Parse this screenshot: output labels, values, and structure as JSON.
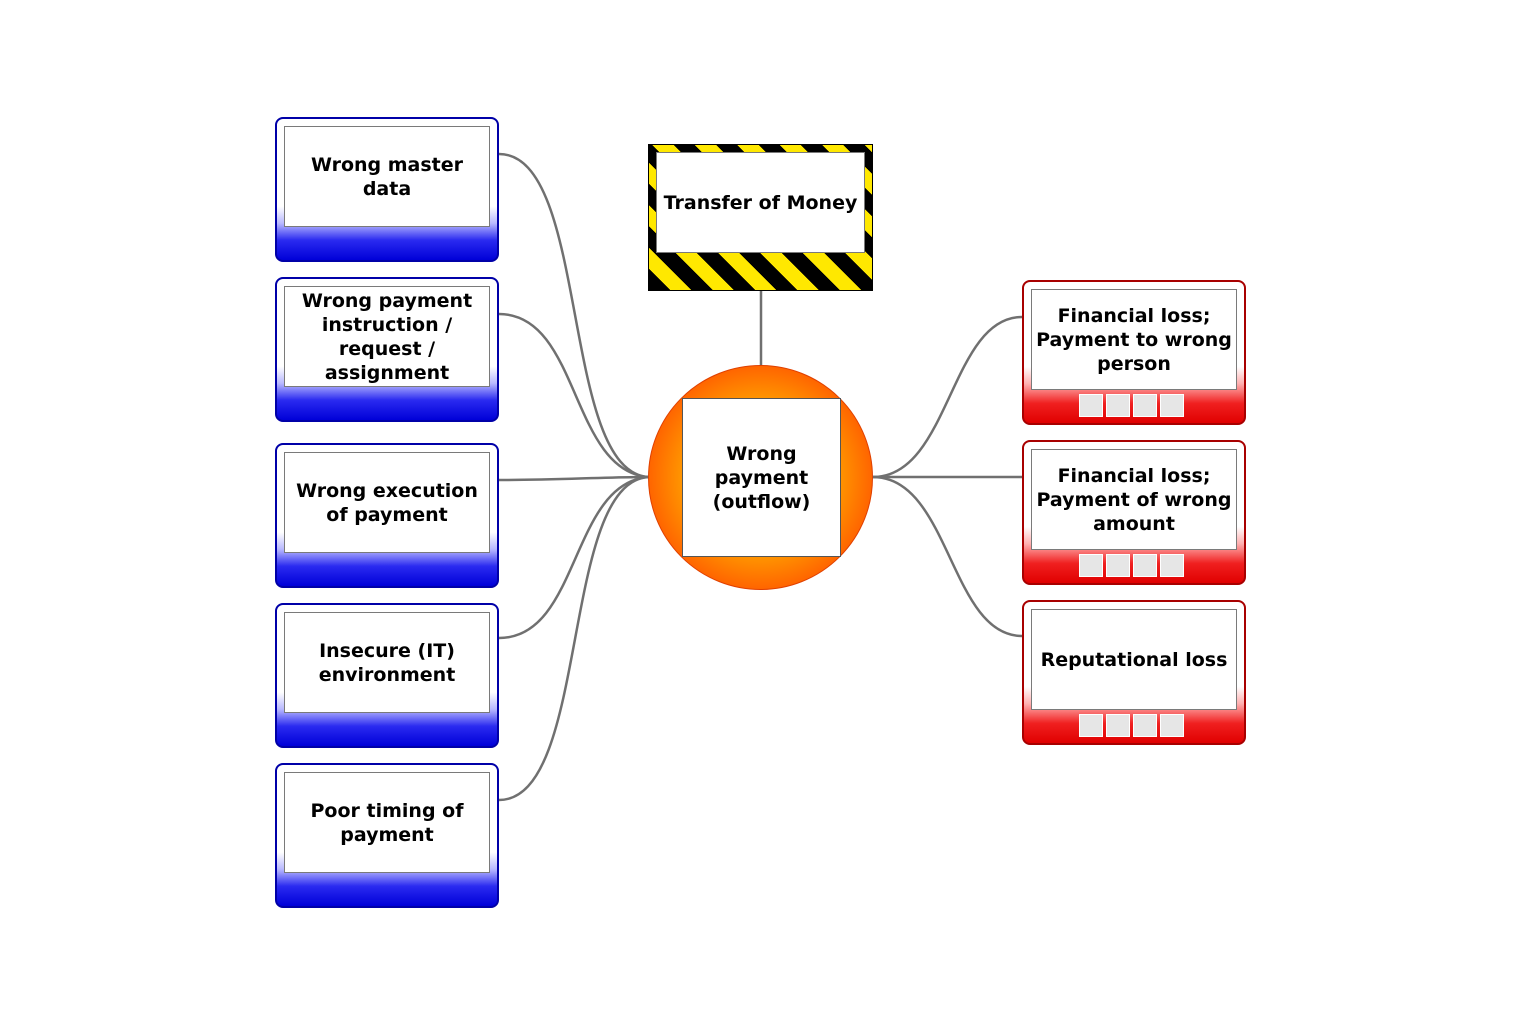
{
  "hazard": {
    "label": "Transfer of Money"
  },
  "top_event": {
    "label": "Wrong payment (outflow)"
  },
  "threats": [
    {
      "label": "Wrong master data"
    },
    {
      "label": "Wrong payment instruction / request / assignment"
    },
    {
      "label": "Wrong execution of payment"
    },
    {
      "label": "Insecure (IT) environment"
    },
    {
      "label": "Poor timing of payment"
    }
  ],
  "consequences": [
    {
      "label": "Financial loss; Payment to wrong person"
    },
    {
      "label": "Financial loss; Payment of wrong amount"
    },
    {
      "label": "Reputational loss"
    }
  ],
  "colors": {
    "threat": "#0000d8",
    "consequence": "#e00000",
    "hazard_stripe": "#ffe800",
    "top_event": "#ff7000",
    "connector": "#707070"
  }
}
